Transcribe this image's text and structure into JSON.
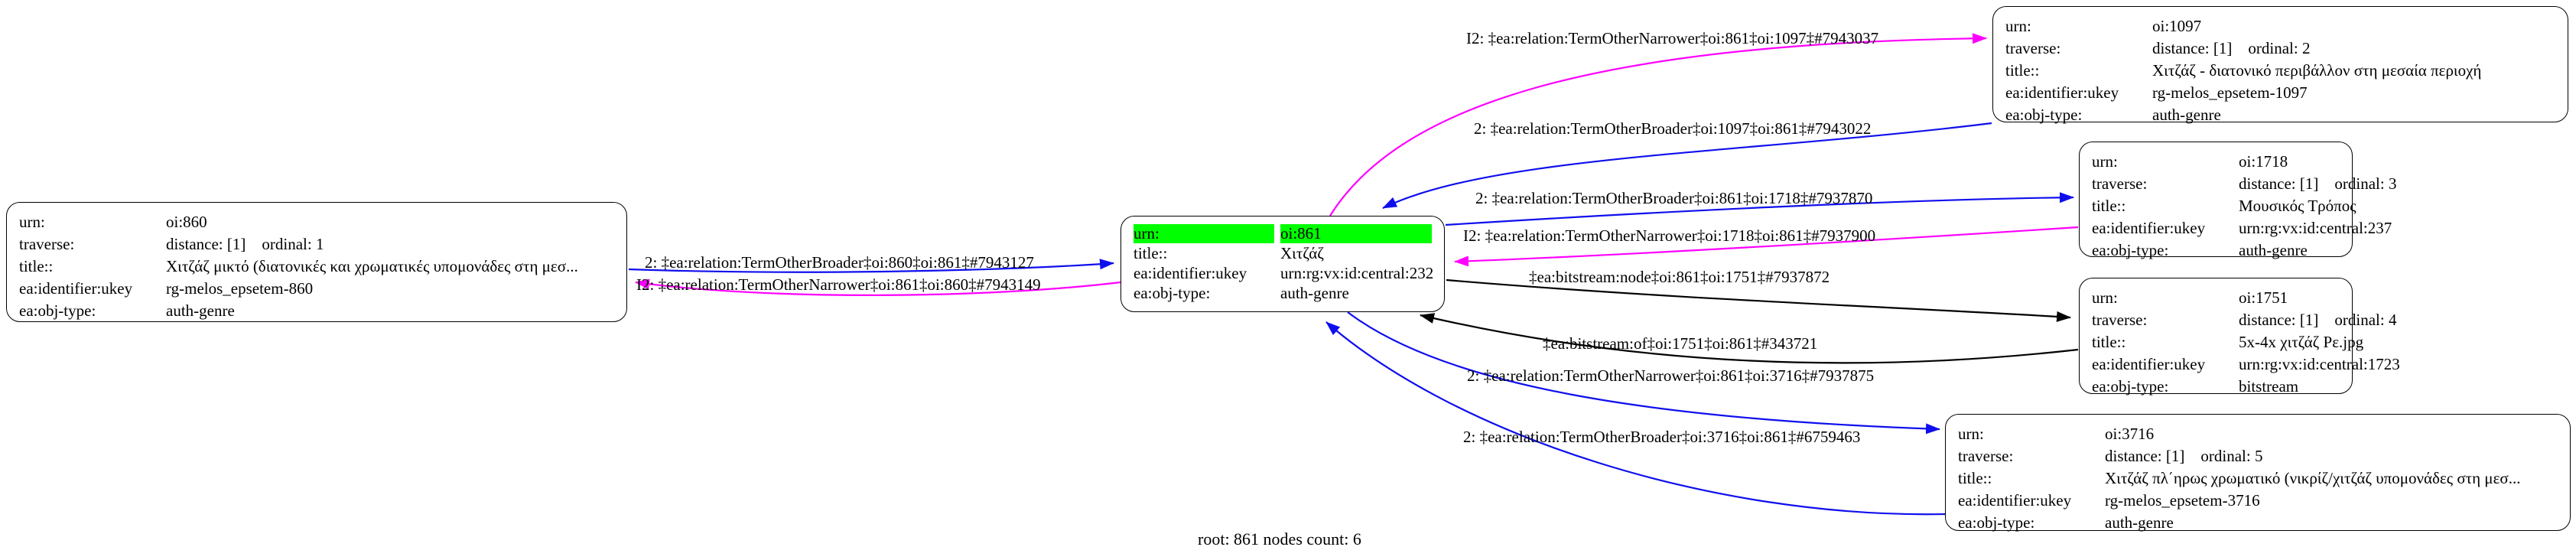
{
  "graph": {
    "caption": "root: 861 nodes count: 6",
    "colors": {
      "broader_edge": "#0f0fee",
      "narrower_edge": "#ff00ff",
      "bitstream_edge": "#000000",
      "highlight": "#00ff00"
    },
    "nodes": [
      {
        "id": "oi:860",
        "rows": [
          {
            "label": "urn:",
            "value": "oi:860"
          },
          {
            "label": "traverse:",
            "value": "distance: [1]    ordinal: 1"
          },
          {
            "label": "title::",
            "value": "Χιτζάζ μικτό (διατονικές και χρωματικές υπομονάδες στη μεσ..."
          },
          {
            "label": "ea:identifier:ukey",
            "value": "rg-melos_epsetem-860"
          },
          {
            "label": "ea:obj-type:",
            "value": "auth-genre"
          }
        ]
      },
      {
        "id": "oi:861",
        "rows": [
          {
            "label": "urn:",
            "value": "oi:861"
          },
          {
            "label": "title::",
            "value": "Χιτζάζ"
          },
          {
            "label": "ea:identifier:ukey",
            "value": "urn:rg:vx:id:central:232"
          },
          {
            "label": "ea:obj-type:",
            "value": "auth-genre"
          }
        ]
      },
      {
        "id": "oi:1097",
        "rows": [
          {
            "label": "urn:",
            "value": "oi:1097"
          },
          {
            "label": "traverse:",
            "value": "distance: [1]    ordinal: 2"
          },
          {
            "label": "title::",
            "value": "Χιτζάζ - διατονικό περιβάλλον στη μεσαία περιοχή"
          },
          {
            "label": "ea:identifier:ukey",
            "value": "rg-melos_epsetem-1097"
          },
          {
            "label": "ea:obj-type:",
            "value": "auth-genre"
          }
        ]
      },
      {
        "id": "oi:1718",
        "rows": [
          {
            "label": "urn:",
            "value": "oi:1718"
          },
          {
            "label": "traverse:",
            "value": "distance: [1]    ordinal: 3"
          },
          {
            "label": "title::",
            "value": "Μουσικός Τρόπος"
          },
          {
            "label": "ea:identifier:ukey",
            "value": "urn:rg:vx:id:central:237"
          },
          {
            "label": "ea:obj-type:",
            "value": "auth-genre"
          }
        ]
      },
      {
        "id": "oi:1751",
        "rows": [
          {
            "label": "urn:",
            "value": "oi:1751"
          },
          {
            "label": "traverse:",
            "value": "distance: [1]    ordinal: 4"
          },
          {
            "label": "title::",
            "value": "5x-4x χιτζάζ Ρε.jpg"
          },
          {
            "label": "ea:identifier:ukey",
            "value": "urn:rg:vx:id:central:1723"
          },
          {
            "label": "ea:obj-type:",
            "value": "bitstream"
          }
        ]
      },
      {
        "id": "oi:3716",
        "rows": [
          {
            "label": "urn:",
            "value": "oi:3716"
          },
          {
            "label": "traverse:",
            "value": "distance: [1]    ordinal: 5"
          },
          {
            "label": "title::",
            "value": "Χιτζάζ πλ΄ηρως χρωματικό (νικρίζ/χιτζάζ υπομονάδες στη μεσ..."
          },
          {
            "label": "ea:identifier:ukey",
            "value": "rg-melos_epsetem-3716"
          },
          {
            "label": "ea:obj-type:",
            "value": "auth-genre"
          }
        ]
      }
    ],
    "edges": [
      {
        "label": "2: ‡ea:relation:TermOtherBroader‡oi:860‡oi:861‡#7943127"
      },
      {
        "label": "I2: ‡ea:relation:TermOtherNarrower‡oi:861‡oi:860‡#7943149"
      },
      {
        "label": "I2: ‡ea:relation:TermOtherNarrower‡oi:861‡oi:1097‡#7943037"
      },
      {
        "label": "2: ‡ea:relation:TermOtherBroader‡oi:1097‡oi:861‡#7943022"
      },
      {
        "label": "2: ‡ea:relation:TermOtherBroader‡oi:861‡oi:1718‡#7937870"
      },
      {
        "label": "I2: ‡ea:relation:TermOtherNarrower‡oi:1718‡oi:861‡#7937900"
      },
      {
        "label": "‡ea:bitstream:node‡oi:861‡oi:1751‡#7937872"
      },
      {
        "label": "‡ea:bitstream:of‡oi:1751‡oi:861‡#343721"
      },
      {
        "label": "2: ‡ea:relation:TermOtherNarrower‡oi:861‡oi:3716‡#7937875"
      },
      {
        "label": "2: ‡ea:relation:TermOtherBroader‡oi:3716‡oi:861‡#6759463"
      }
    ]
  }
}
